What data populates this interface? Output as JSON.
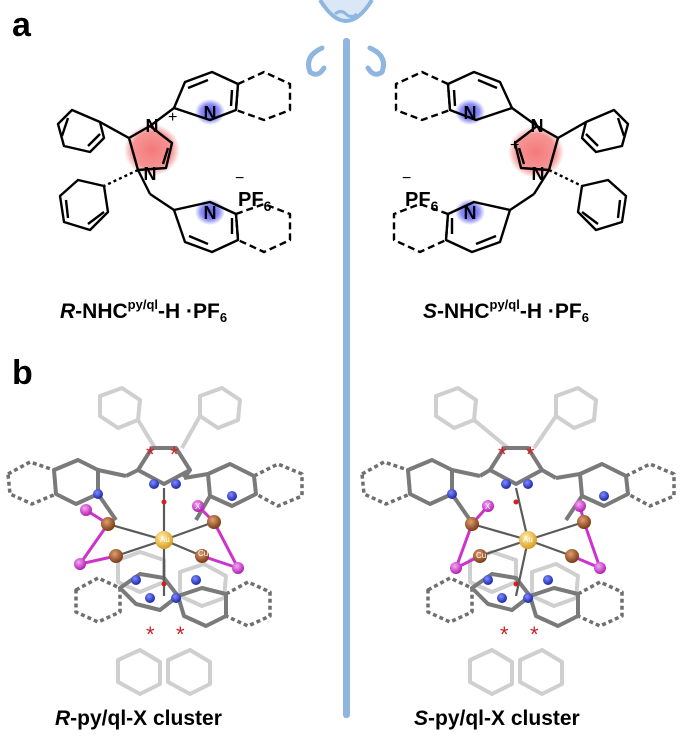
{
  "panels": {
    "a": {
      "letter": "a"
    },
    "b": {
      "letter": "b"
    }
  },
  "left_molecule": {
    "label_stereo": "R",
    "label_rest": "-NHC",
    "label_sup": "py/ql",
    "label_tail": "-H ·PF",
    "label_sub": "6",
    "atom_N": "N",
    "charge_plus": "+",
    "anion_prefix": "−",
    "anion": "PF",
    "anion_sub": "6"
  },
  "right_molecule": {
    "label_stereo": "S",
    "label_rest": "-NHC",
    "label_sup": "py/ql",
    "label_tail": "-H ·PF",
    "label_sub": "6",
    "atom_N": "N",
    "charge_plus": "+",
    "anion_prefix": "−",
    "anion": "PF",
    "anion_sub": "6"
  },
  "left_cluster": {
    "label_stereo": "R",
    "label_rest": "-py/ql-X cluster",
    "atom_Au": "Au",
    "atom_Cu": "Cu",
    "atom_X": "X",
    "stereo_mark": "*"
  },
  "right_cluster": {
    "label_stereo": "S",
    "label_rest": "-py/ql-X cluster",
    "atom_Au": "Au",
    "atom_Cu": "Cu",
    "atom_X": "X",
    "stereo_mark": "*"
  },
  "colors": {
    "divider": "#8fb6de",
    "imidazolium_highlight": "#f47a7a",
    "nitrogen_highlight": "#5a5cf0",
    "gold_atom": "#e8b93a",
    "copper_atom": "#a9592a",
    "halide_atom": "#cc33cc",
    "nitrogen_atom": "#2233cc",
    "carbon_bond": "#7a7a7a",
    "phenyl_bond": "#c8c8c8",
    "stereo_mark": "#cc2222"
  }
}
